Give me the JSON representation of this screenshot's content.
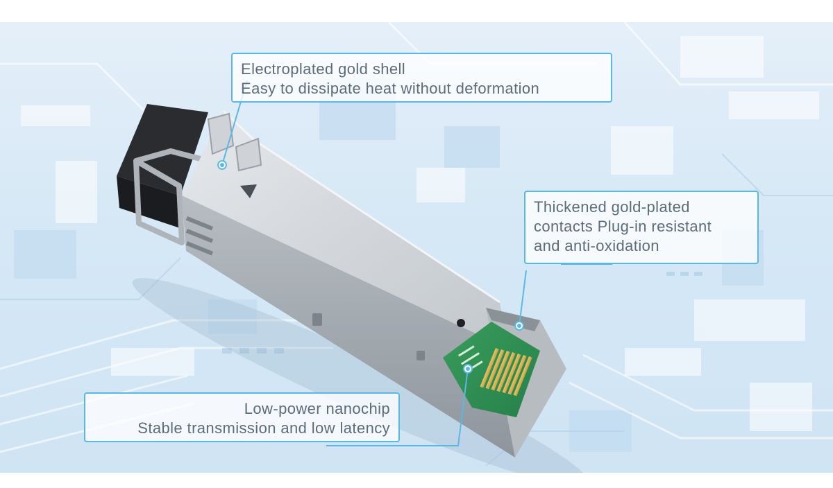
{
  "callouts": {
    "shell": {
      "line1": "Electroplated gold shell",
      "line2": "Easy to dissipate heat without deformation"
    },
    "contacts": {
      "line1": "Thickened gold-plated",
      "line2": "contacts Plug-in resistant",
      "line3": "and anti-oxidation"
    },
    "chip": {
      "line1": "Low-power nanochip",
      "line2": "Stable transmission and low latency"
    }
  },
  "colors": {
    "accent": "#5ab8e6",
    "text": "#5c6c7a",
    "background": "#d6e8f6"
  }
}
